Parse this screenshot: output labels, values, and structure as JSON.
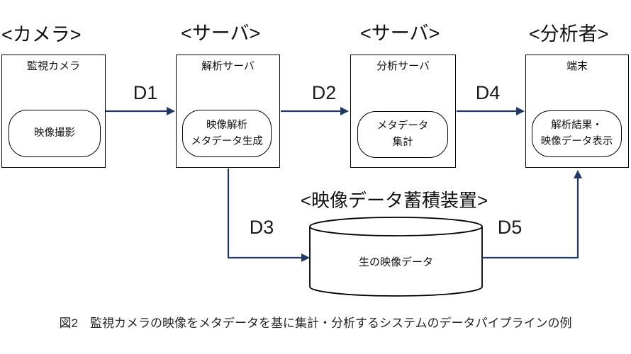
{
  "diagram": {
    "actors": [
      {
        "bracket_label": "<カメラ>",
        "box_title": "監視カメラ",
        "node_lines": [
          "映像撮影",
          ""
        ]
      },
      {
        "bracket_label": "<サーバ>",
        "box_title": "解析サーバ",
        "node_lines": [
          "映像解析",
          "メタデータ生成"
        ]
      },
      {
        "bracket_label": "<サーバ>",
        "box_title": "分析サーバ",
        "node_lines": [
          "メタデータ",
          "集計"
        ]
      },
      {
        "bracket_label": "<分析者>",
        "box_title": "端末",
        "node_lines": [
          "解析結果・",
          "映像データ表示"
        ]
      }
    ],
    "flows": {
      "d1": "D1",
      "d2": "D2",
      "d3": "D3",
      "d4": "D4",
      "d5": "D5"
    },
    "storage": {
      "bracket_label": "<映像データ蓄積装置>",
      "node_label": "生の映像データ"
    },
    "caption": "図2　監視カメラの映像をメタデータを基に集計・分析するシステムのデータパイプラインの例",
    "colors": {
      "arrow": "#1f3864",
      "box_border": "#000000",
      "text": "#111111"
    }
  }
}
